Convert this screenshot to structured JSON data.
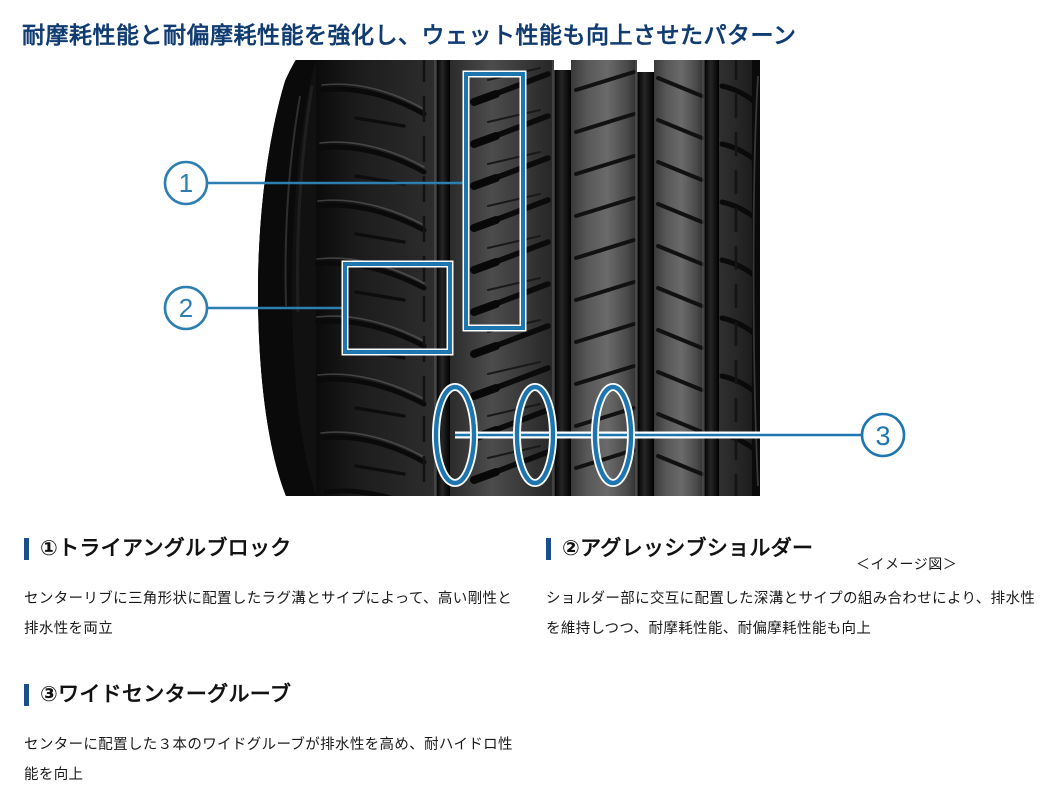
{
  "page": {
    "title": "耐摩耗性能と耐偏摩耗性能を強化し、ウェット性能も向上させたパターン",
    "accent_navy": "#103c72",
    "accent_blue": "#1e76b0",
    "bar_navy": "#1b4f8a"
  },
  "figure": {
    "caption": "＜イメージ図＞",
    "alt": "tire-tread-pattern-diagram",
    "callouts": [
      {
        "id": "1",
        "marker": "①",
        "marker_label": "callout-marker-1",
        "highlight": "center-rib-vertical-rectangle"
      },
      {
        "id": "2",
        "marker": "②",
        "marker_label": "callout-marker-2",
        "highlight": "shoulder-square-rectangle"
      },
      {
        "id": "3",
        "marker": "③",
        "marker_label": "callout-marker-3",
        "highlight": "three-center-groove-ellipses"
      }
    ]
  },
  "sections": [
    {
      "number": "①",
      "heading": "①トライアングルブロック",
      "body": "センターリブに三角形状に配置したラグ溝とサイプによって、高い剛性と排水性を両立"
    },
    {
      "number": "②",
      "heading": "②アグレッシブショルダー",
      "body": "ショルダー部に交互に配置した深溝とサイプの組み合わせにより、排水性を維持しつつ、耐摩耗性能、耐偏摩耗性能も向上"
    },
    {
      "number": "③",
      "heading": "③ワイドセンターグルーブ",
      "body": "センターに配置した３本のワイドグルーブが排水性を高め、耐ハイドロ性能を向上"
    }
  ]
}
